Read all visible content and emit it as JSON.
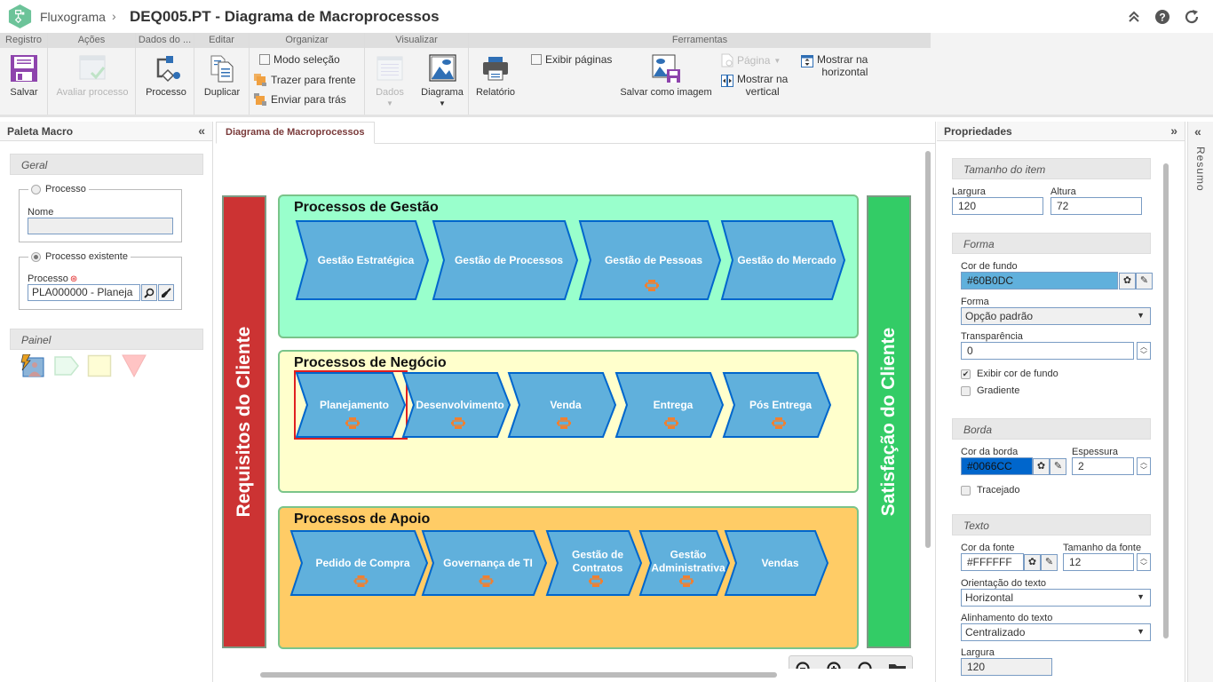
{
  "header": {
    "app_name": "Fluxograma",
    "separator": "›",
    "title": "DEQ005.PT - Diagrama de Macroprocessos",
    "logo_color": "#6cc399"
  },
  "ribbon": {
    "groups": {
      "registro": "Registro",
      "acoes": "Ações",
      "dados": "Dados do ...",
      "editar": "Editar",
      "organizar": "Organizar",
      "visualizar": "Visualizar",
      "ferramentas": "Ferramentas"
    },
    "buttons": {
      "salvar": "Salvar",
      "avaliar": "Avaliar processo",
      "processo": "Processo",
      "duplicar": "Duplicar",
      "modo_selecao": "Modo seleção",
      "trazer_frente": "Trazer para frente",
      "enviar_tras": "Enviar para trás",
      "dados": "Dados",
      "diagrama": "Diagrama",
      "relatorio": "Relatório",
      "exibir_paginas": "Exibir páginas",
      "salvar_imagem": "Salvar como imagem",
      "pagina": "Página",
      "mostrar_vertical_1": "Mostrar na",
      "mostrar_vertical_2": "vertical",
      "mostrar_horizontal_1": "Mostrar na",
      "mostrar_horizontal_2": "horizontal"
    }
  },
  "left_panel": {
    "title": "Paleta Macro",
    "geral": "Geral",
    "processo_radio": "Processo",
    "nome_label": "Nome",
    "nome_value": "",
    "processo_existente_radio": "Processo existente",
    "processo_label": "Processo",
    "processo_value": "PLA000000 - Planeja",
    "painel": "Painel"
  },
  "center": {
    "tab": "Diagrama de Macroprocessos",
    "left_bar": {
      "label": "Requisitos do Cliente",
      "color": "#cc3333"
    },
    "right_bar": {
      "label": "Satisfação do Cliente",
      "color": "#33cc66"
    },
    "lanes": [
      {
        "title": "Processos de Gestão",
        "color": "#99ffcc",
        "items": [
          {
            "label": "Gestão Estratégica",
            "has_link": false
          },
          {
            "label": "Gestão de Processos",
            "has_link": false
          },
          {
            "label": "Gestão  de  Pessoas",
            "has_link": true
          },
          {
            "label": "Gestão do Mercado",
            "has_link": false
          }
        ]
      },
      {
        "title": "Processos de Negócio",
        "color": "#ffffcc",
        "items": [
          {
            "label": "Planejamento",
            "has_link": true,
            "selected": true
          },
          {
            "label": "Desenvolvimento",
            "has_link": true
          },
          {
            "label": "Venda",
            "has_link": true
          },
          {
            "label": "Entrega",
            "has_link": true
          },
          {
            "label": "Pós Entrega",
            "has_link": true
          }
        ]
      },
      {
        "title": "Processos de Apoio",
        "color": "#ffcc66",
        "items": [
          {
            "label": "Pedido de Compra",
            "has_link": true
          },
          {
            "label": "Governança de TI",
            "has_link": true
          },
          {
            "label": "Gestão de\nContratos",
            "has_link": true
          },
          {
            "label": "Gestão\nAdministrativa",
            "has_link": true
          },
          {
            "label": "Vendas",
            "has_link": false
          }
        ]
      }
    ],
    "shape_fill": "#60B0DC",
    "shape_border": "#0066CC"
  },
  "properties": {
    "title": "Propriedades",
    "tamanho": "Tamanho do item",
    "largura_label": "Largura",
    "largura_value": "120",
    "altura_label": "Altura",
    "altura_value": "72",
    "forma_section": "Forma",
    "cor_fundo_label": "Cor de fundo",
    "cor_fundo_value": "#60B0DC",
    "forma_label": "Forma",
    "forma_value": "Opção padrão",
    "transparencia_label": "Transparência",
    "transparencia_value": "0",
    "exibir_cor_fundo": "Exibir cor de fundo",
    "exibir_cor_fundo_checked": true,
    "gradiente": "Gradiente",
    "gradiente_checked": false,
    "borda_section": "Borda",
    "cor_borda_label": "Cor da borda",
    "cor_borda_value": "#0066CC",
    "espessura_label": "Espessura",
    "espessura_value": "2",
    "tracejado": "Tracejado",
    "tracejado_checked": false,
    "texto_section": "Texto",
    "cor_fonte_label": "Cor da fonte",
    "cor_fonte_value": "#FFFFFF",
    "tamanho_fonte_label": "Tamanho da fonte",
    "tamanho_fonte_value": "12",
    "orientacao_label": "Orientação do texto",
    "orientacao_value": "Horizontal",
    "alinhamento_label": "Alinhamento do texto",
    "alinhamento_value": "Centralizado",
    "largura2_label": "Largura",
    "largura2_value": "120"
  },
  "resumo": {
    "label": "Resumo"
  }
}
